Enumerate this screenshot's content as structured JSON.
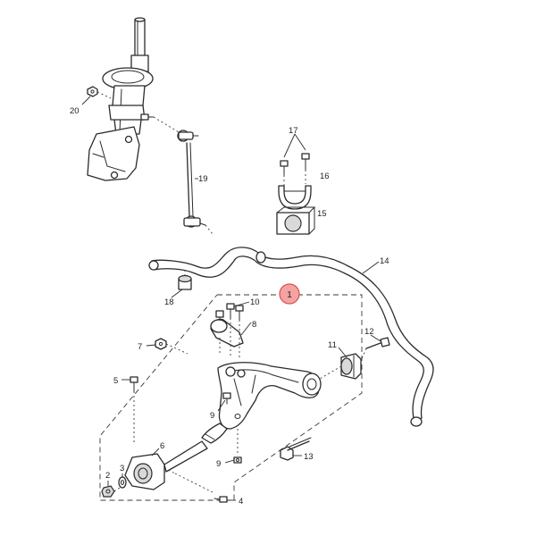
{
  "callouts": {
    "c1": "1",
    "c2": "2",
    "c3": "3",
    "c4": "4",
    "c5": "5",
    "c6": "6",
    "c7": "7",
    "c8": "8",
    "c9a": "9",
    "c9b": "9",
    "c10": "10",
    "c11": "11",
    "c12": "12",
    "c13": "13",
    "c14": "14",
    "c15": "15",
    "c16": "16",
    "c17": "17",
    "c18": "18",
    "c19": "19",
    "c20": "20"
  },
  "colors": {
    "highlight_fill": "#f4a3a3",
    "highlight_stroke": "#d9534f",
    "line": "#2b2b2b"
  }
}
